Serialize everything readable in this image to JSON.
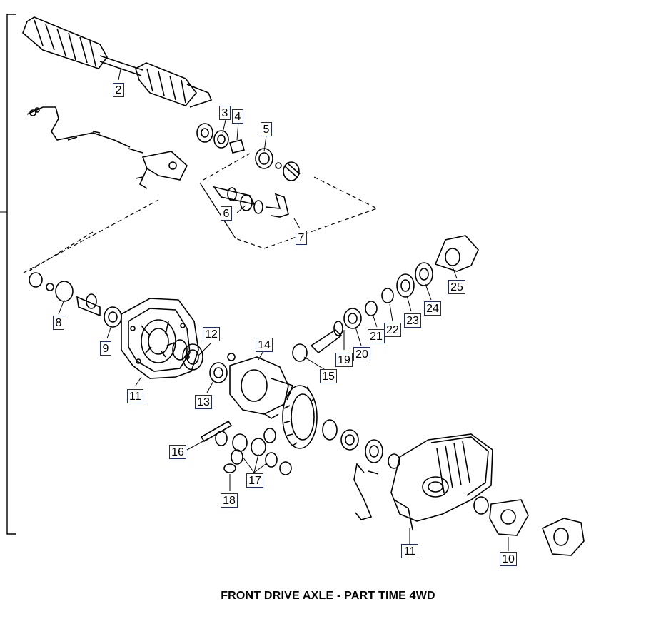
{
  "caption": "FRONT DRIVE AXLE - PART TIME 4WD",
  "callouts": [
    "2",
    "3",
    "4",
    "5",
    "6",
    "7",
    "8",
    "9",
    "11",
    "12",
    "13",
    "14",
    "15",
    "16",
    "17",
    "18",
    "19",
    "20",
    "21",
    "22",
    "23",
    "24",
    "25",
    "11",
    "10"
  ]
}
